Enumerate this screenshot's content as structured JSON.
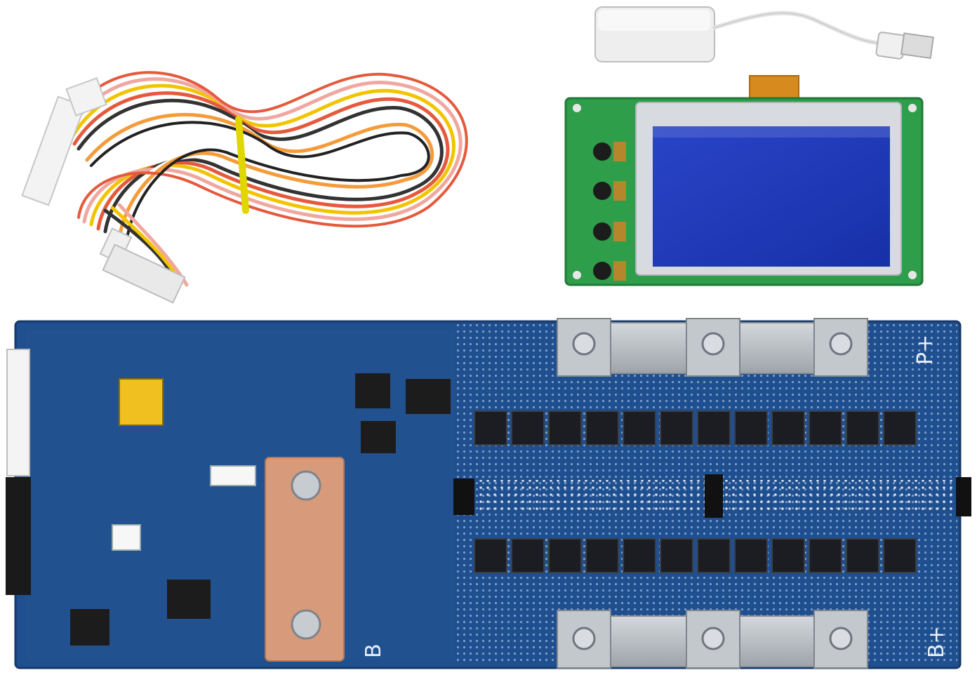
{
  "photo": {
    "labels": {
      "p_plus": "P+",
      "b_plus": "B+",
      "b_minus": "B"
    },
    "colors": {
      "background": "#ffffff",
      "pcb_blue": "#1f4f8f",
      "pcb_dark": "#163a6b",
      "lcd_green": "#2f9e4a",
      "lcd_screen": "#1f3fc2",
      "copper_shunt": "#d79a7a",
      "metal_bar": "#b9bec4",
      "mosfet": "#1b1d22",
      "usb_white": "#f2f2f2",
      "connector_white": "#f4f4f4"
    },
    "icons": [
      "wire-harness-icon",
      "usb-adapter-icon",
      "lcd-module-icon",
      "bms-board-icon"
    ]
  }
}
